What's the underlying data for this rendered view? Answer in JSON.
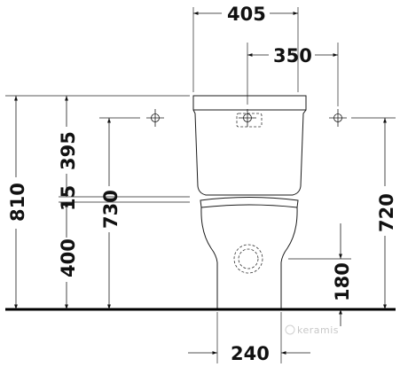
{
  "dimensions": {
    "top_width": "405",
    "top_offset": "350",
    "total_height": "810",
    "tank_height": "395",
    "gap": "15",
    "bowl_height": "400",
    "seat_height": "730",
    "inlet_height": "720",
    "outlet_height": "180",
    "base_width": "240"
  },
  "watermark": "keramis"
}
